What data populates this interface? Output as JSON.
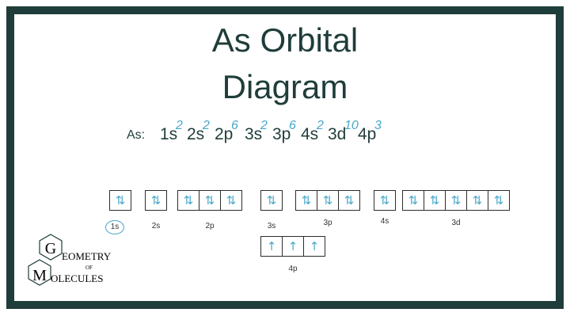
{
  "title": {
    "line1": "As Orbital",
    "line2": "Diagram"
  },
  "config": {
    "label": "As:",
    "terms": [
      {
        "orbital": "1s",
        "electrons": "2"
      },
      {
        "orbital": "2s",
        "electrons": "2"
      },
      {
        "orbital": "2p",
        "electrons": "6"
      },
      {
        "orbital": "3s",
        "electrons": "2"
      },
      {
        "orbital": "3p",
        "electrons": "6"
      },
      {
        "orbital": "4s",
        "electrons": "2"
      },
      {
        "orbital": "3d",
        "electrons": "10"
      },
      {
        "orbital": "4p",
        "electrons": "3"
      }
    ]
  },
  "orbital_boxes": [
    {
      "label": "1s",
      "boxes": [
        "⇅"
      ],
      "label_circled": true
    },
    {
      "label": "2s",
      "boxes": [
        "⇅"
      ]
    },
    {
      "label": "2p",
      "boxes": [
        "⇅",
        "⇅",
        "⇅"
      ]
    },
    {
      "label": "3s",
      "boxes": [
        "⇅"
      ]
    },
    {
      "label": "3p",
      "boxes": [
        "⇅",
        "⇅",
        "⇅"
      ]
    },
    {
      "label": "4s",
      "boxes": [
        "⇅"
      ]
    },
    {
      "label": "3d",
      "boxes": [
        "⇅",
        "⇅",
        "⇅",
        "⇅",
        "⇅"
      ]
    },
    {
      "label": "4p",
      "boxes": [
        "↑",
        "↑",
        "↑"
      ]
    }
  ],
  "logo": {
    "line1": "GEOMETRY",
    "of": "OF",
    "line2": "MOLECULES"
  },
  "colors": {
    "frame": "#1f3d3a",
    "handwriting": "#4aa8c9"
  }
}
